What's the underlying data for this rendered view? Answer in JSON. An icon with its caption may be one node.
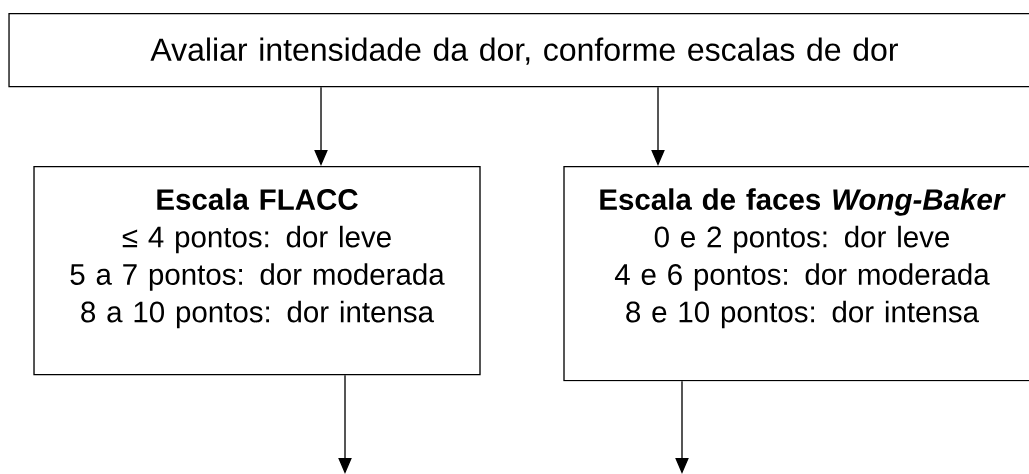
{
  "diagram": {
    "nodes": [
      {
        "text": [
          "Avaliar intensidade da dor, conforme escalas de dor"
        ]
      },
      {
        "text": [
          "Escala FLACC",
          "≤ 4 pontos: dor leve",
          "5 a 7 pontos: dor moderada",
          "8 a 10 pontos: dor intensa"
        ]
      },
      {
        "text": [
          "Escala de faces *Wong-Baker*",
          "0 e 2 pontos: dor leve",
          "4 e 6 pontos: dor moderada",
          "8 e 10 pontos: dor intensa"
        ]
      }
    ],
    "edges": [
      {
        "from": 0,
        "to": 1,
        "arrow": "to"
      },
      {
        "from": 0,
        "to": 2,
        "arrow": "to"
      },
      {
        "from": 1,
        "to": null,
        "arrow": "to"
      },
      {
        "from": 2,
        "to": null,
        "arrow": "to"
      }
    ]
  }
}
